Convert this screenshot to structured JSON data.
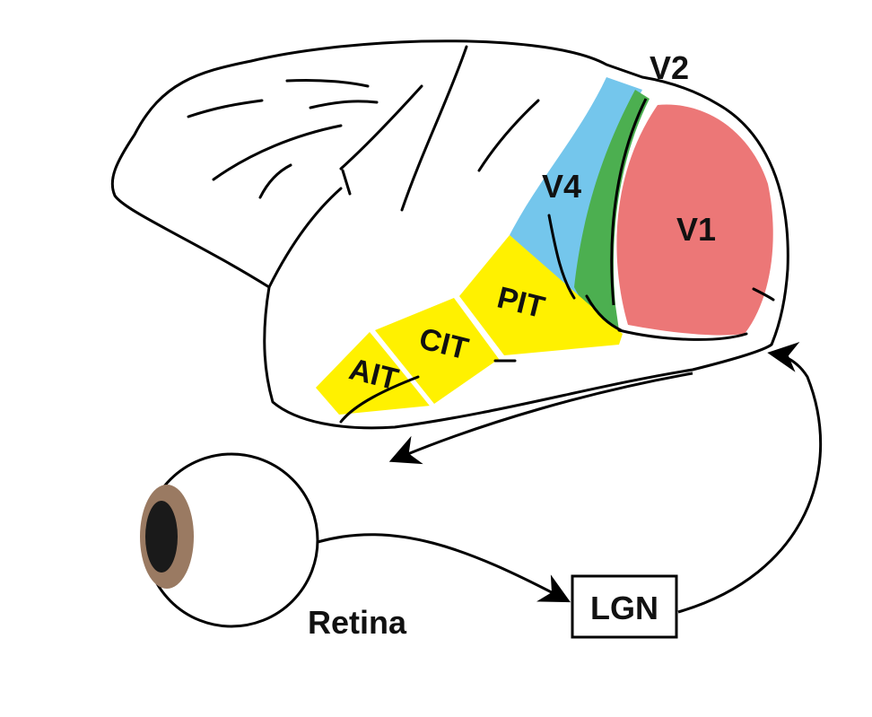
{
  "labels": {
    "v2": "V2",
    "v4": "V4",
    "v1": "V1",
    "pit": "PIT",
    "cit": "CIT",
    "ait": "AIT",
    "retina": "Retina",
    "lgn": "LGN"
  },
  "colors": {
    "v1": "#ec7777",
    "v2": "#4caf50",
    "v4": "#74c6ec",
    "it": "#fff100",
    "iris": "#9a7a62",
    "pupil": "#1a1a1a",
    "line": "#000000"
  }
}
